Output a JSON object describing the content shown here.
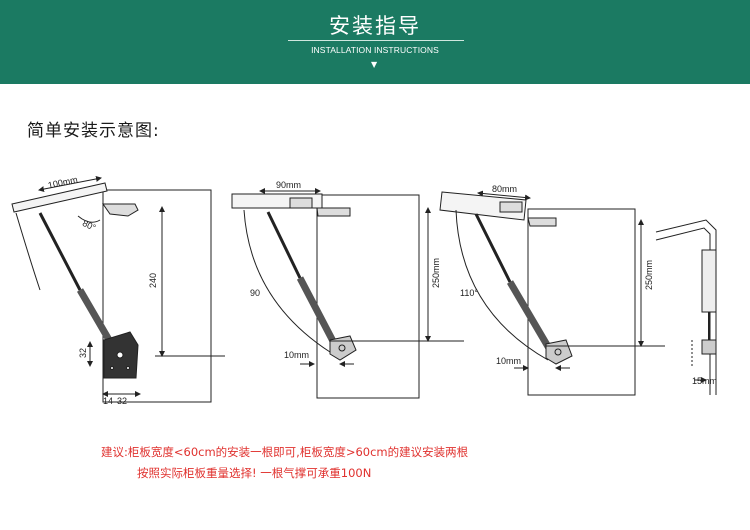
{
  "header": {
    "title": "安装指导",
    "subtitle": "INSTALLATION INSTRUCTIONS",
    "arrow_icon": "triangle-down-icon",
    "background_color": "#1b7a62"
  },
  "section": {
    "title": "简单安装示意图:"
  },
  "diagrams": {
    "d1": {
      "width": "100mm",
      "angle": "80°",
      "height": "240",
      "offset_v": "32",
      "offset_h1": "14",
      "offset_h2": "32"
    },
    "d2": {
      "width": "90mm",
      "angle": "90",
      "height": "250mm",
      "offset": "10mm"
    },
    "d3": {
      "width": "80mm",
      "angle": "110°",
      "height": "250mm",
      "offset": "10mm"
    },
    "d4": {
      "offset": "15mm"
    }
  },
  "notes": {
    "line1": "建议:柜板宽度<60cm的安装一根即可,柜板宽度>60cm的建议安装两根",
    "line2": "按照实际柜板重量选择!  一根气撑可承重100N",
    "color": "#e0312e"
  }
}
